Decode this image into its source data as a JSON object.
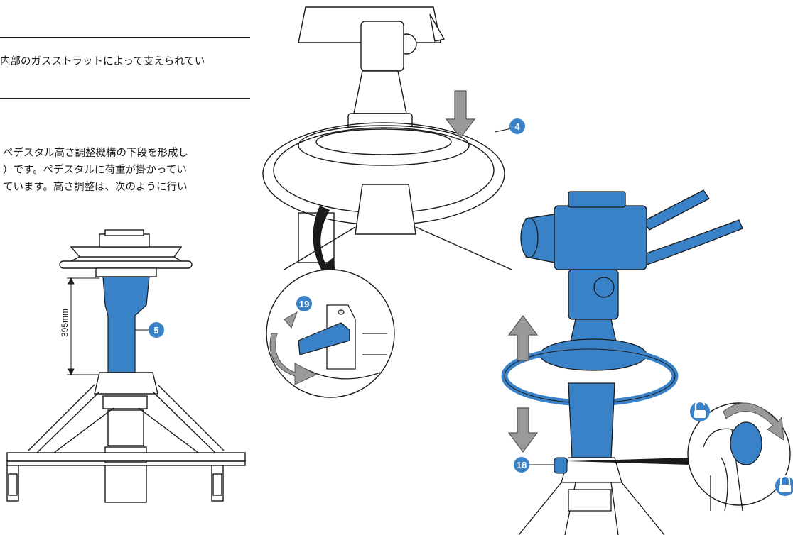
{
  "text": {
    "line1": "内部のガスストラットによって支えられてい",
    "para_line1": "ペデスタル高さ調整機構の下段を形成し",
    "para_line2": "）です。ペデスタルに荷重が掛かってい",
    "para_line3": "ています。高さ調整は、次のように行い"
  },
  "callouts": {
    "c4": "4",
    "c5": "5",
    "c18": "18",
    "c19": "19"
  },
  "dimension": {
    "label": "395mm"
  },
  "colors": {
    "accent": "#3a82c8",
    "ink": "#1a1a1a",
    "arrow": "#9a9a9a",
    "arrow_stroke": "#555555"
  },
  "icons": {
    "unlock": "unlock-icon",
    "lock": "lock-icon"
  }
}
